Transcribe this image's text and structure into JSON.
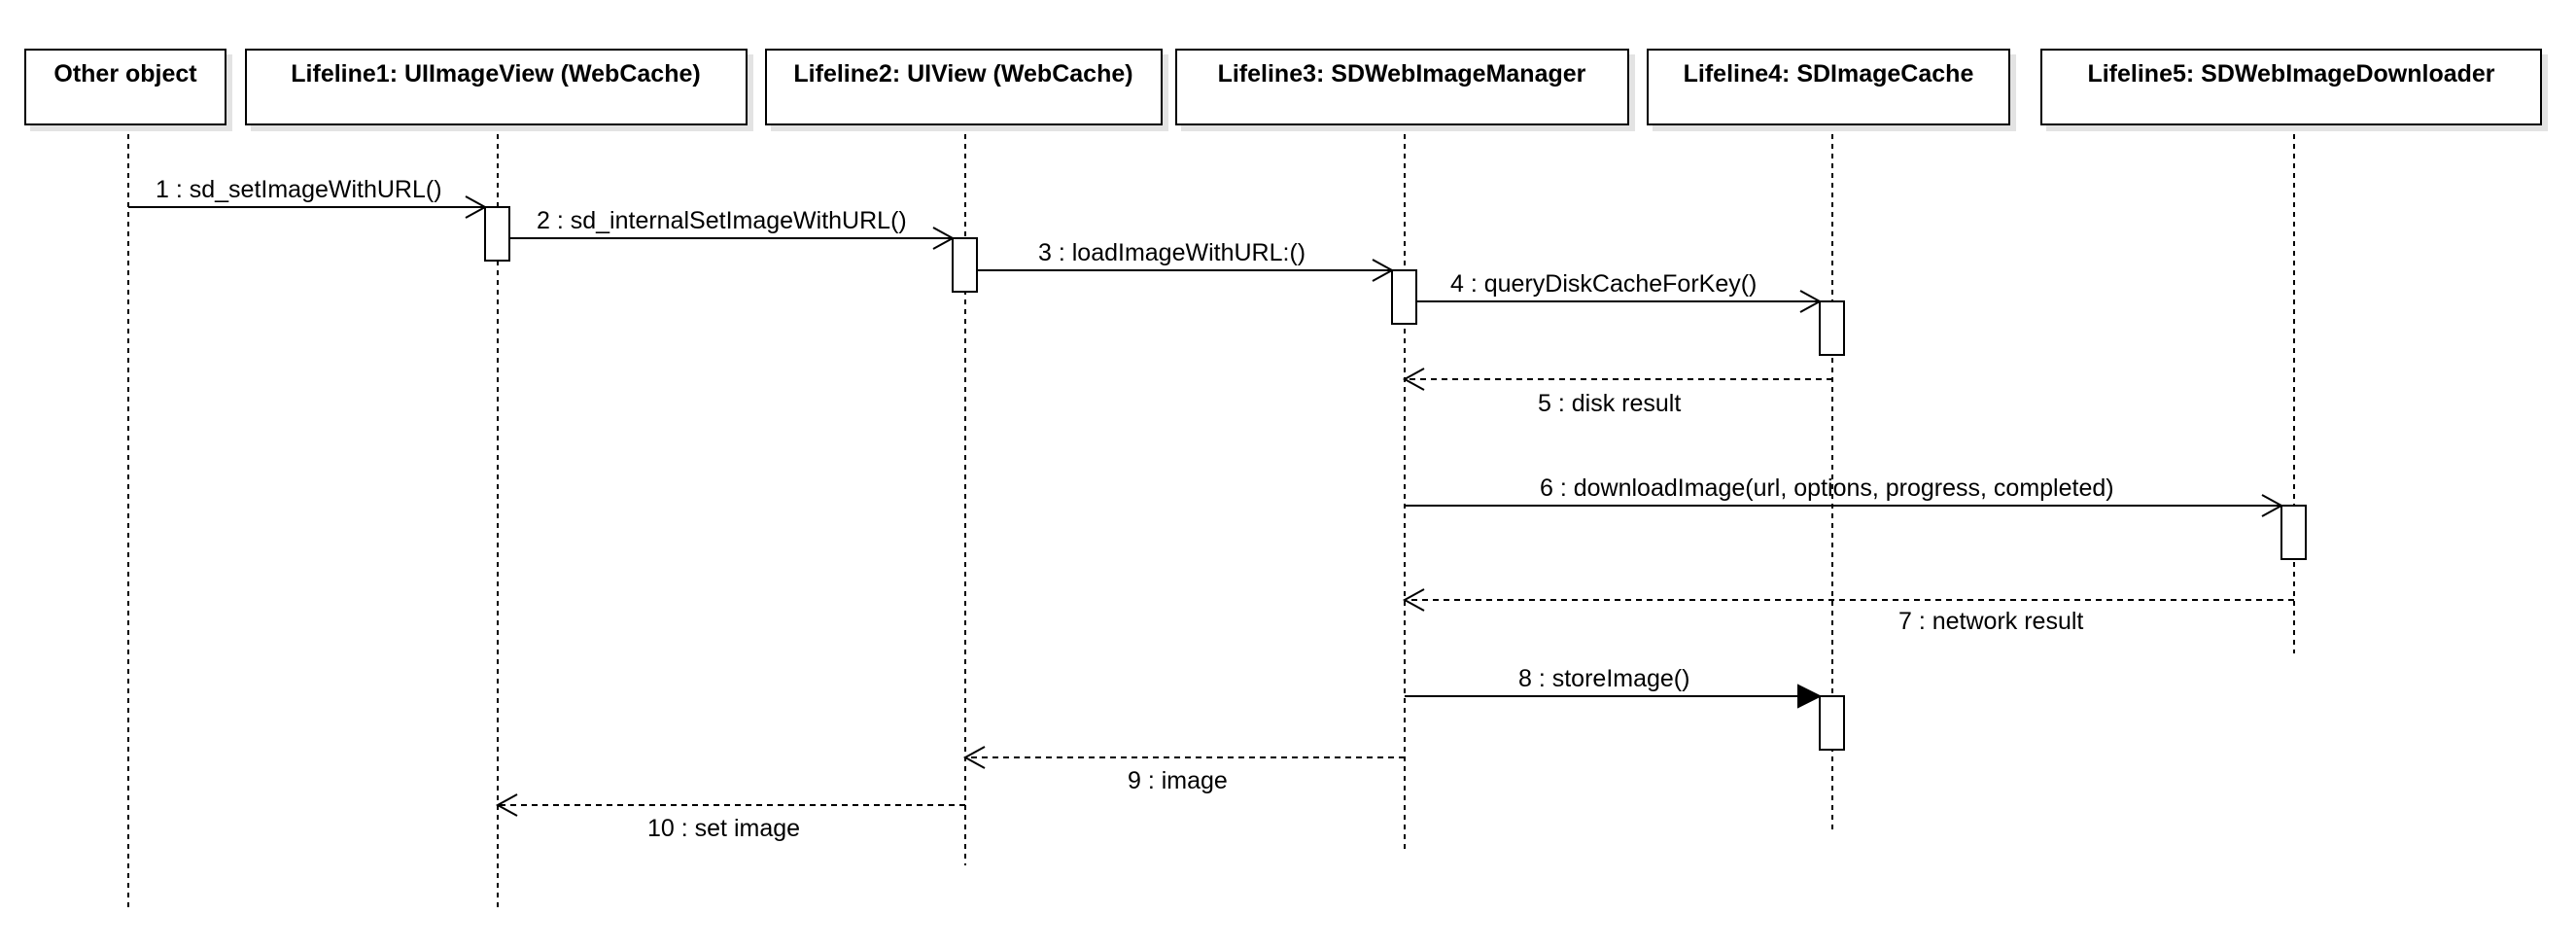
{
  "diagram": {
    "type": "uml-sequence-diagram",
    "lifelines": [
      {
        "id": "other",
        "label": "Other object"
      },
      {
        "id": "l1",
        "label": "Lifeline1: UIImageView (WebCache)"
      },
      {
        "id": "l2",
        "label": "Lifeline2: UIView (WebCache)"
      },
      {
        "id": "l3",
        "label": "Lifeline3: SDWebImageManager"
      },
      {
        "id": "l4",
        "label": "Lifeline4: SDImageCache"
      },
      {
        "id": "l5",
        "label": "Lifeline5: SDWebImageDownloader"
      }
    ],
    "messages": [
      {
        "n": 1,
        "label": "1 : sd_setImageWithURL()",
        "from": "other",
        "to": "l1",
        "kind": "call"
      },
      {
        "n": 2,
        "label": "2 : sd_internalSetImageWithURL()",
        "from": "l1",
        "to": "l2",
        "kind": "call"
      },
      {
        "n": 3,
        "label": "3 : loadImageWithURL:()",
        "from": "l2",
        "to": "l3",
        "kind": "call"
      },
      {
        "n": 4,
        "label": "4 : queryDiskCacheForKey()",
        "from": "l3",
        "to": "l4",
        "kind": "call"
      },
      {
        "n": 5,
        "label": "5 : disk result",
        "from": "l4",
        "to": "l3",
        "kind": "return"
      },
      {
        "n": 6,
        "label": "6 : downloadImage(url, options, progress, completed)",
        "from": "l3",
        "to": "l5",
        "kind": "call"
      },
      {
        "n": 7,
        "label": "7 : network result",
        "from": "l5",
        "to": "l3",
        "kind": "return"
      },
      {
        "n": 8,
        "label": "8 : storeImage()",
        "from": "l3",
        "to": "l4",
        "kind": "sync"
      },
      {
        "n": 9,
        "label": "9 : image",
        "from": "l3",
        "to": "l2",
        "kind": "return"
      },
      {
        "n": 10,
        "label": "10 : set image",
        "from": "l2",
        "to": "l1",
        "kind": "return"
      }
    ]
  }
}
